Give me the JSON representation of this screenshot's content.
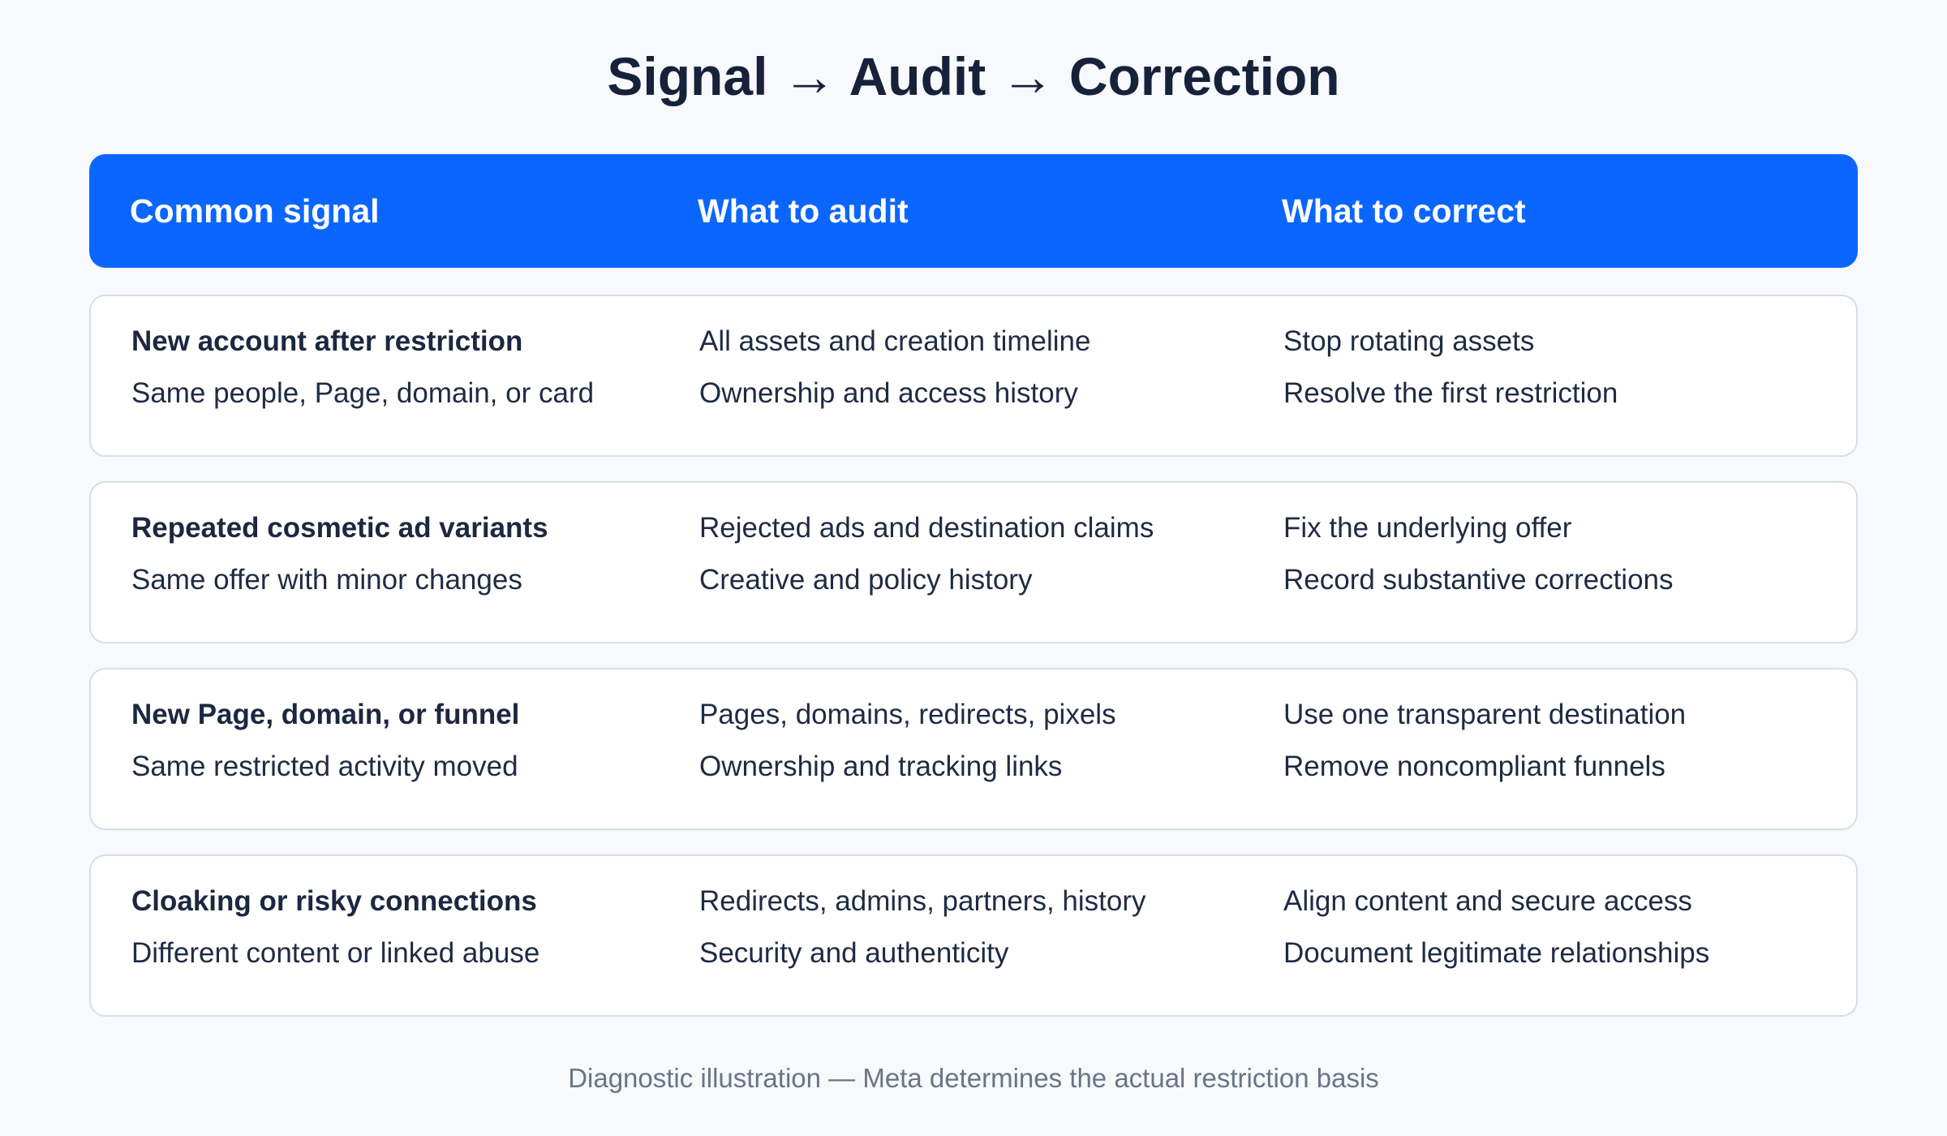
{
  "title": "Signal → Audit → Correction",
  "header": {
    "col1": "Common signal",
    "col2": "What to audit",
    "col3": "What to correct"
  },
  "rows": [
    {
      "signal": {
        "primary": "New account after restriction",
        "secondary": "Same people, Page, domain, or card"
      },
      "audit": {
        "primary": "All assets and creation timeline",
        "secondary": "Ownership and access history"
      },
      "correct": {
        "primary": "Stop rotating assets",
        "secondary": "Resolve the first restriction"
      }
    },
    {
      "signal": {
        "primary": "Repeated cosmetic ad variants",
        "secondary": "Same offer with minor changes"
      },
      "audit": {
        "primary": "Rejected ads and destination claims",
        "secondary": "Creative and policy history"
      },
      "correct": {
        "primary": "Fix the underlying offer",
        "secondary": "Record substantive corrections"
      }
    },
    {
      "signal": {
        "primary": "New Page, domain, or funnel",
        "secondary": "Same restricted activity moved"
      },
      "audit": {
        "primary": "Pages, domains, redirects, pixels",
        "secondary": "Ownership and tracking links"
      },
      "correct": {
        "primary": "Use one transparent destination",
        "secondary": "Remove noncompliant funnels"
      }
    },
    {
      "signal": {
        "primary": "Cloaking or risky connections",
        "secondary": "Different content or linked abuse"
      },
      "audit": {
        "primary": "Redirects, admins, partners, history",
        "secondary": "Security and authenticity"
      },
      "correct": {
        "primary": "Align content and secure access",
        "secondary": "Document legitimate relationships"
      }
    }
  ],
  "footnote": "Diagnostic illustration — Meta determines the actual restriction basis",
  "colors": {
    "header_bg": "#0b66ff",
    "page_bg": "#f7f9fc",
    "card_border": "#d6dde8"
  }
}
